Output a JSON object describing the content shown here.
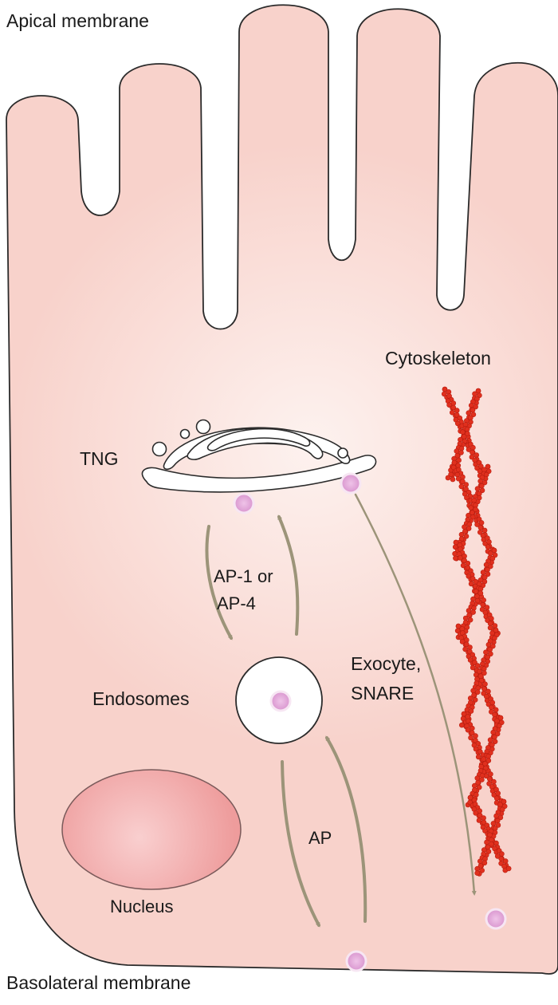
{
  "labels": {
    "apical_membrane": "Apical membrane",
    "basolateral_membrane": "Basolateral membrane",
    "cytoskeleton": "Cytoskeleton",
    "tng": "TNG",
    "ap1_line1": "AP-1 or",
    "ap1_line2": "AP-4",
    "exocyte_line1": "Exocyte,",
    "exocyte_line2": "SNARE",
    "endosomes": "Endosomes",
    "ap": "AP",
    "nucleus": "Nucleus"
  },
  "colors": {
    "cell_fill": "#f8d2cb",
    "cell_center": "#fdf2ef",
    "membrane_stroke": "#2b2b2b",
    "nucleus_fill": "#ee9c9c",
    "arrow": "#9c9479",
    "cytoskeleton": "#e0301e",
    "vesicle_fill": "#d996cf",
    "vesicle_ring": "#f7e6f3"
  }
}
